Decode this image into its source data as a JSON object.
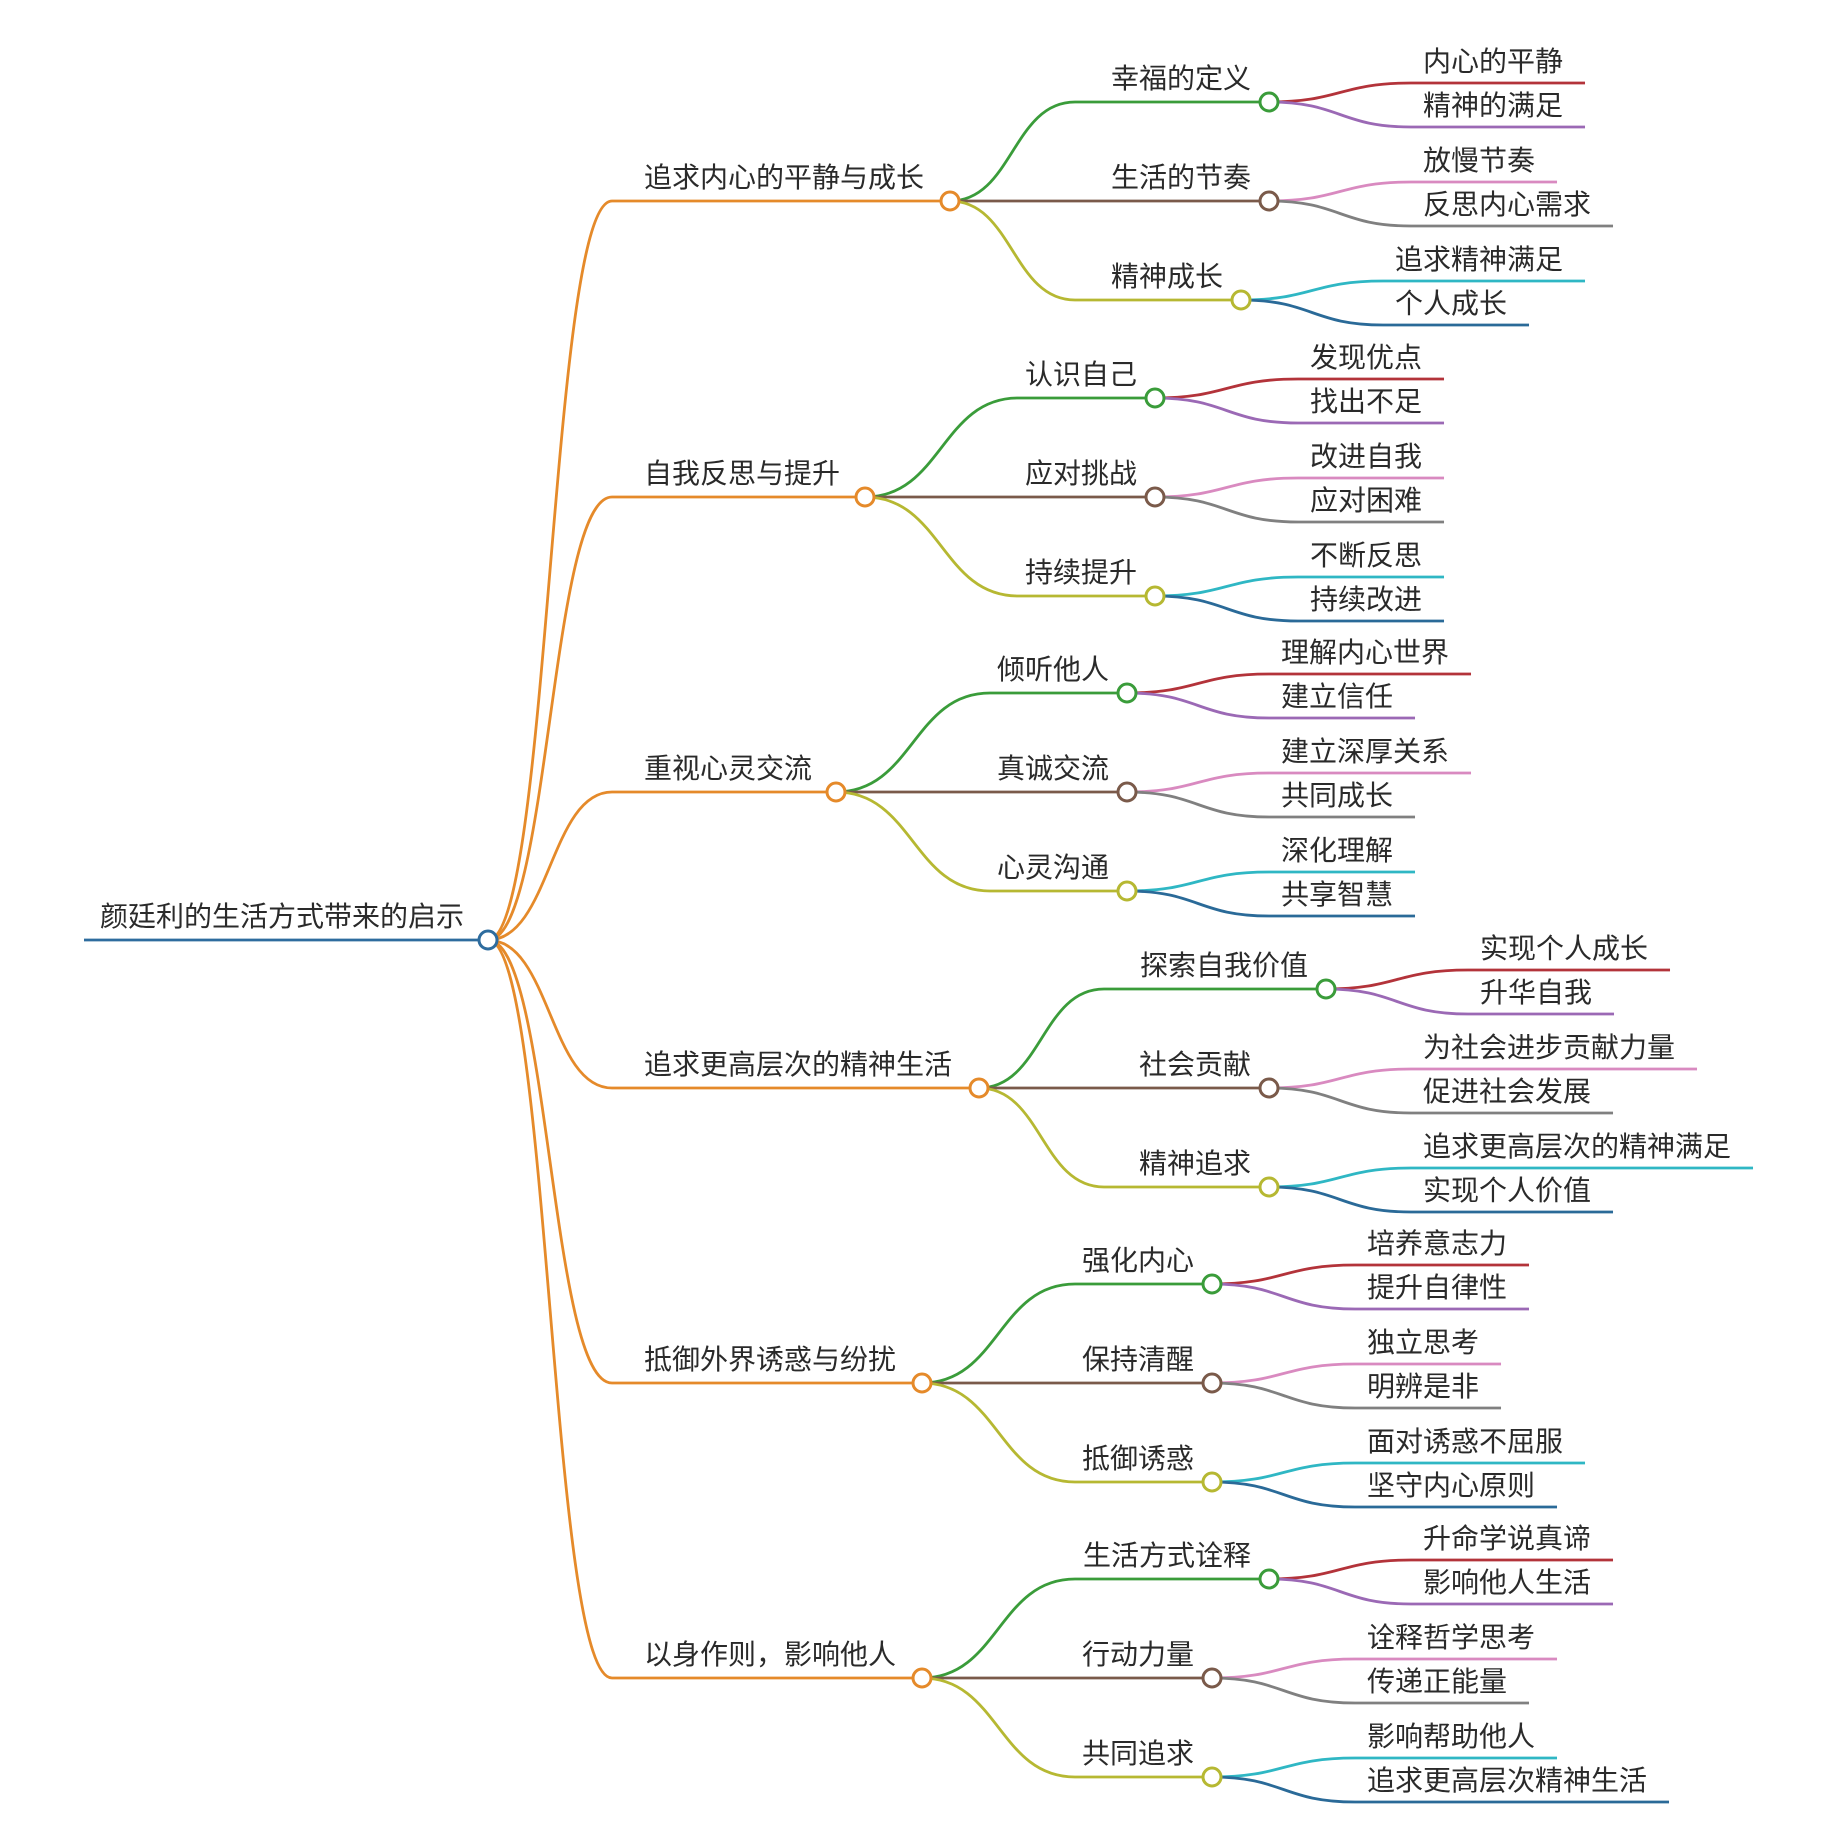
{
  "root": {
    "label": "颜廷利的生活方式带来的启示",
    "color": "#2e6c9e",
    "branch_color": "#e58a2a"
  },
  "level2_colors": [
    "#3a9c3a",
    "#7a5a4a",
    "#b6b832"
  ],
  "level3_colors": {
    "0": [
      "#b3333a",
      "#9b69b5"
    ],
    "1": [
      "#d98ac0",
      "#808080"
    ],
    "2": [
      "#2fb7c4",
      "#2a6a98"
    ]
  },
  "branches": [
    {
      "label": "追求内心的平静与成长",
      "children": [
        {
          "label": "幸福的定义",
          "leaves": [
            "内心的平静",
            "精神的满足"
          ]
        },
        {
          "label": "生活的节奏",
          "leaves": [
            "放慢节奏",
            "反思内心需求"
          ]
        },
        {
          "label": "精神成长",
          "leaves": [
            "追求精神满足",
            "个人成长"
          ]
        }
      ]
    },
    {
      "label": "自我反思与提升",
      "children": [
        {
          "label": "认识自己",
          "leaves": [
            "发现优点",
            "找出不足"
          ]
        },
        {
          "label": "应对挑战",
          "leaves": [
            "改进自我",
            "应对困难"
          ]
        },
        {
          "label": "持续提升",
          "leaves": [
            "不断反思",
            "持续改进"
          ]
        }
      ]
    },
    {
      "label": "重视心灵交流",
      "children": [
        {
          "label": "倾听他人",
          "leaves": [
            "理解内心世界",
            "建立信任"
          ]
        },
        {
          "label": "真诚交流",
          "leaves": [
            "建立深厚关系",
            "共同成长"
          ]
        },
        {
          "label": "心灵沟通",
          "leaves": [
            "深化理解",
            "共享智慧"
          ]
        }
      ]
    },
    {
      "label": "追求更高层次的精神生活",
      "children": [
        {
          "label": "探索自我价值",
          "leaves": [
            "实现个人成长",
            "升华自我"
          ]
        },
        {
          "label": "社会贡献",
          "leaves": [
            "为社会进步贡献力量",
            "促进社会发展"
          ]
        },
        {
          "label": "精神追求",
          "leaves": [
            "追求更高层次的精神满足",
            "实现个人价值"
          ]
        }
      ]
    },
    {
      "label": "抵御外界诱惑与纷扰",
      "children": [
        {
          "label": "强化内心",
          "leaves": [
            "培养意志力",
            "提升自律性"
          ]
        },
        {
          "label": "保持清醒",
          "leaves": [
            "独立思考",
            "明辨是非"
          ]
        },
        {
          "label": "抵御诱惑",
          "leaves": [
            "面对诱惑不屈服",
            "坚守内心原则"
          ]
        }
      ]
    },
    {
      "label": "以身作则，影响他人",
      "children": [
        {
          "label": "生活方式诠释",
          "leaves": [
            "升命学说真谛",
            "影响他人生活"
          ]
        },
        {
          "label": "行动力量",
          "leaves": [
            "诠释哲学思考",
            "传递正能量"
          ]
        },
        {
          "label": "共同追求",
          "leaves": [
            "影响帮助他人",
            "追求更高层次精神生活"
          ]
        }
      ]
    }
  ]
}
